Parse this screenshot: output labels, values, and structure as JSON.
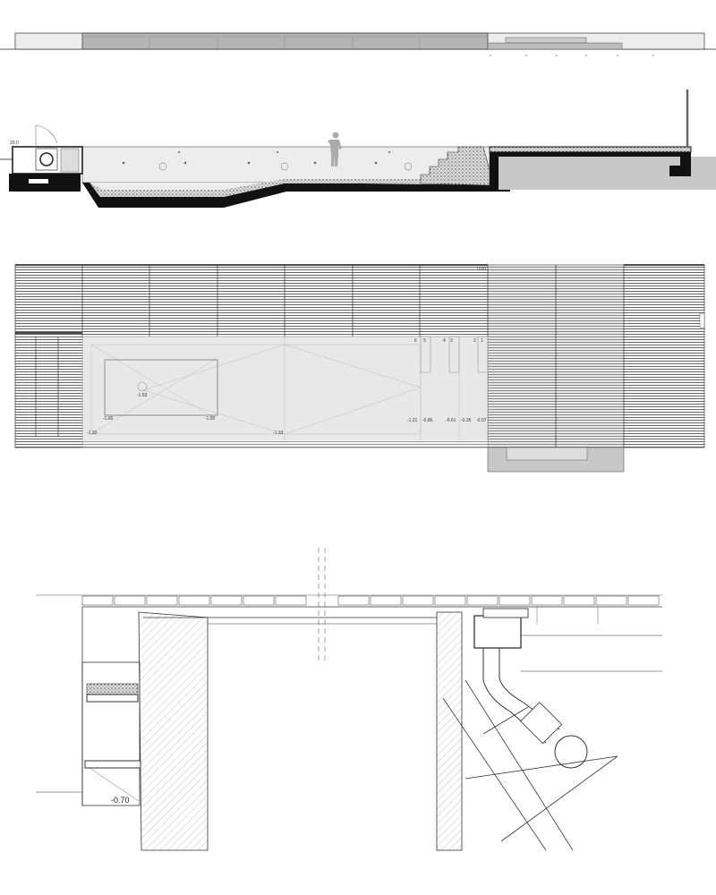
{
  "section": {
    "top_level_label": "20.0"
  },
  "plan": {
    "levels": {
      "center_drain": "-1.53",
      "inner_left": "-1.80",
      "inner_right": "-1.82",
      "outer_left": "-1.33",
      "outer_middle": "-1.33",
      "step_6": "-1.21",
      "step_5": "-0.86",
      "step_4": "-0.61",
      "step_3": "-0.35",
      "step_2": "-0.07"
    },
    "step_numbers": [
      "6",
      "5",
      "4",
      "3",
      "2",
      "1"
    ],
    "corner_label": "0.00"
  },
  "detail": {
    "level_label": "-0.70"
  },
  "colors": {
    "line": "#111111",
    "fill_light": "#e8e8e8",
    "fill_mid": "#c8c8c8",
    "fill_dark": "#a8a8a8"
  }
}
